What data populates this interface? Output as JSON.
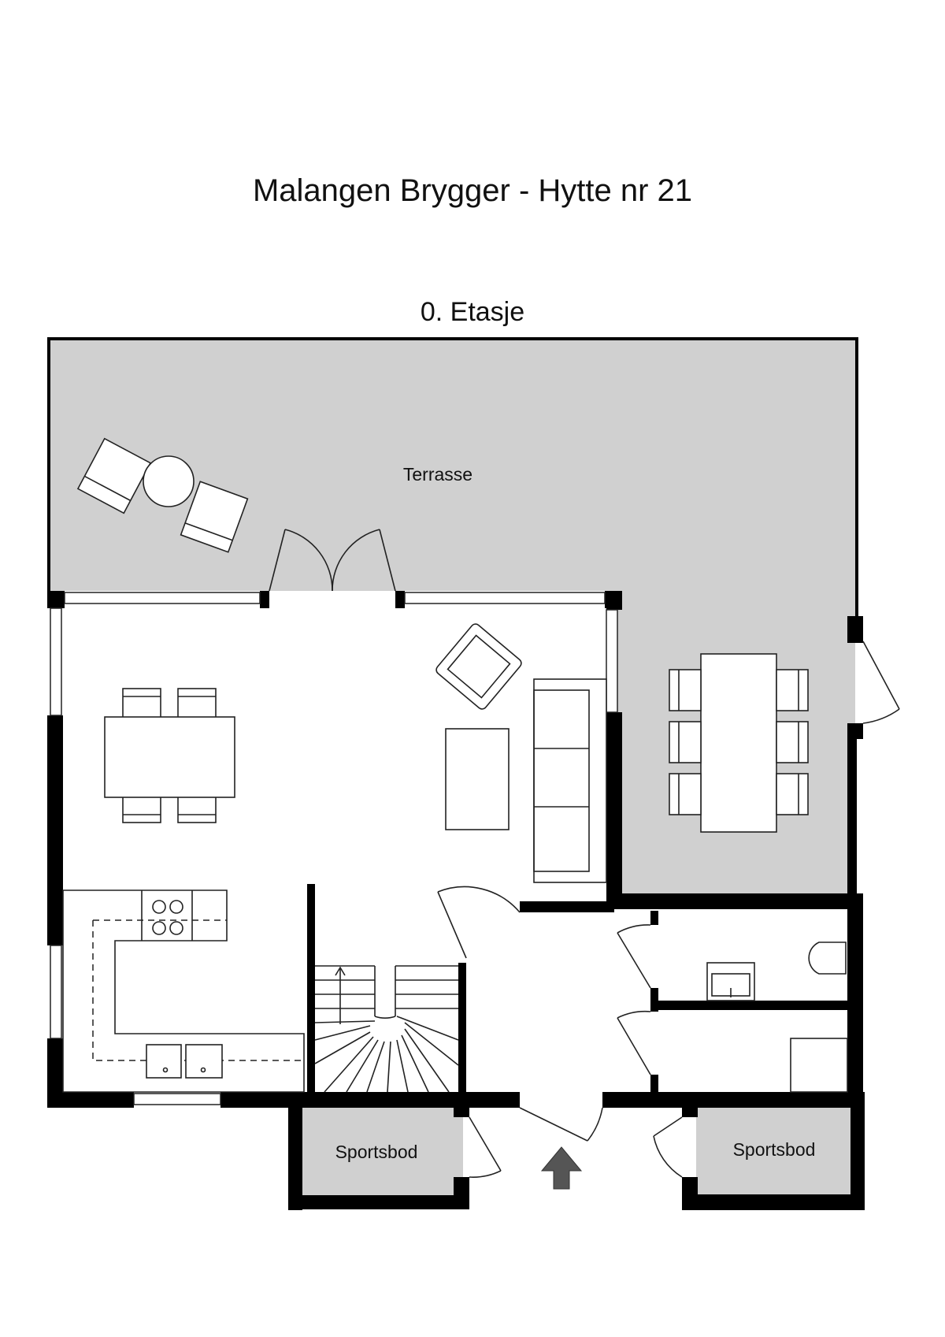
{
  "title": "Malangen Brygger - Hytte nr 21",
  "floor": "0. Etasje",
  "rooms": {
    "terrace": "Terrasse",
    "storage_left": "Sportsbod",
    "storage_right": "Sportsbod"
  },
  "colors": {
    "terrace": "#d0d0d0",
    "storage": "#d0d0d0",
    "wall": "#000000",
    "arrow": "#555555"
  },
  "icons": [
    "entrance-arrow-icon"
  ]
}
